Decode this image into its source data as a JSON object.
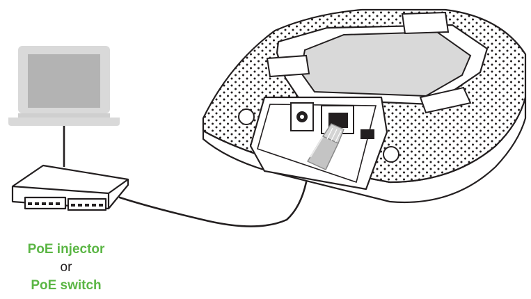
{
  "labels": {
    "injector": "PoE injector",
    "joiner": "or",
    "switch": "PoE switch"
  },
  "colors": {
    "accent": "#5bb645",
    "line": "#231f20",
    "laptop_body": "#d9d9d9",
    "laptop_screen": "#b3b3b3",
    "device_shell": "#ffffff",
    "connector": "#c4c4c4"
  },
  "icons": {
    "computer": "laptop-icon",
    "switch": "poe-switch-icon",
    "access_point": "access-point-icon",
    "plug": "ethernet-plug-icon"
  }
}
